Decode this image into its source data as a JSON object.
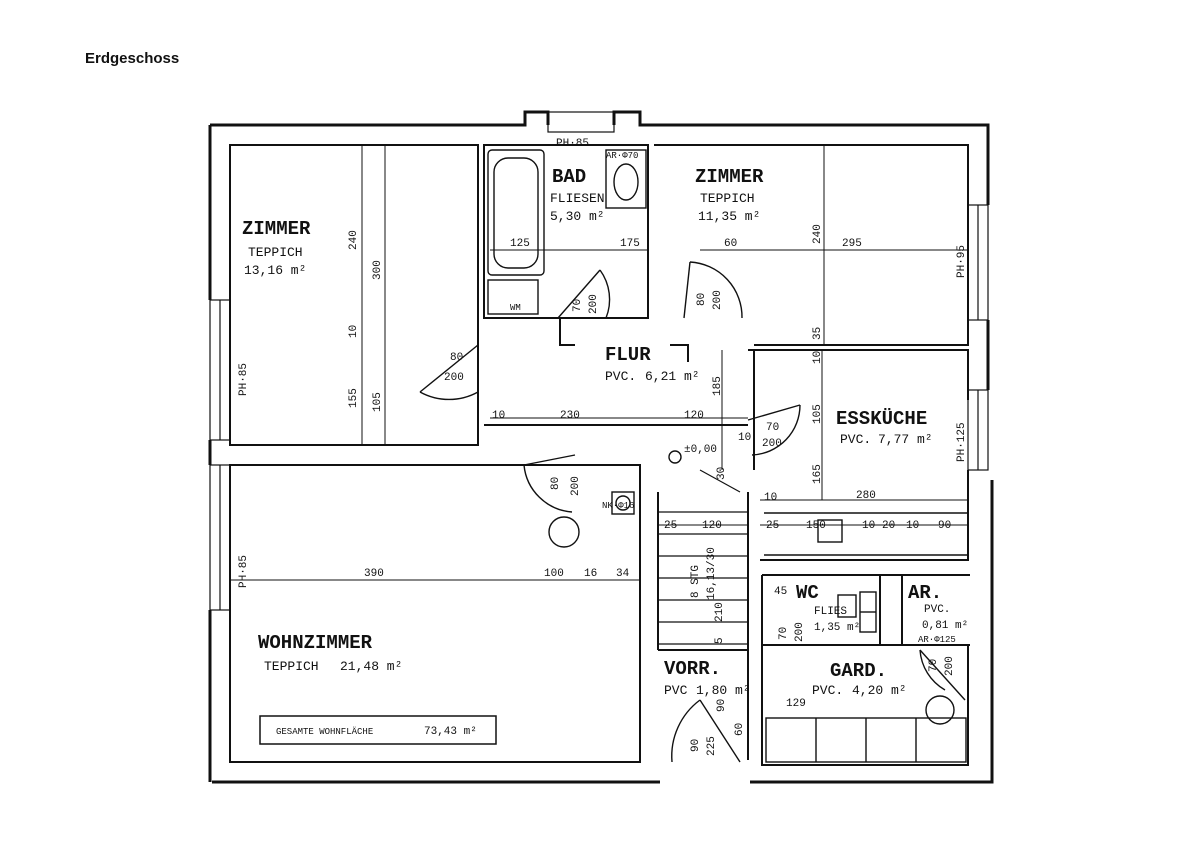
{
  "page": {
    "title": "Erdgeschoss"
  },
  "rooms": {
    "zimmer_links": {
      "name": "ZIMMER",
      "floor": "TEPPICH",
      "area": "13,16 m²"
    },
    "bad": {
      "name": "BAD",
      "floor": "FLIESEN",
      "area": "5,30 m²",
      "ph": "PH·85",
      "ar": "AR·Φ70",
      "wm": "WM"
    },
    "zimmer_rechts": {
      "name": "ZIMMER",
      "floor": "TEPPICH",
      "area": "11,35 m²"
    },
    "flur": {
      "name": "FLUR",
      "floor": "PVC.",
      "area": "6,21 m²"
    },
    "esskueche": {
      "name": "ESSKÜCHE",
      "floor": "PVC.",
      "area": "7,77 m²"
    },
    "wohnzimmer": {
      "name": "WOHNZIMMER",
      "floor": "TEPPICH",
      "area": "21,48 m²"
    },
    "wc": {
      "name": "WC",
      "floor": "FLIES",
      "area": "1,35 m²"
    },
    "ar": {
      "name": "AR.",
      "floor": "PVC.",
      "area": "0,81 m²",
      "code": "AR·Φ125"
    },
    "vorr": {
      "name": "VORR.",
      "floor": "PVC",
      "area": "1,80 m²"
    },
    "gard": {
      "name": "GARD.",
      "floor": "PVC.",
      "area": "4,20 m²"
    }
  },
  "total": {
    "label": "GESAMTE WOHNFLÄCHE",
    "value": "73,43 m²"
  },
  "window_labels": {
    "ph85_a": "PH·85",
    "ph85_b": "PH·85",
    "ph95": "PH·95",
    "ph125": "PH·125"
  },
  "misc": {
    "level": "±0,00",
    "nk": "NK·Φ16",
    "stg": "8 STG",
    "stg_size": "16,13/30"
  },
  "dims": {
    "d240a": "240",
    "d300": "300",
    "d10a": "10",
    "d155": "155",
    "d105a": "105",
    "d125a": "125",
    "d175": "175",
    "d70a": "70",
    "d200a": "200",
    "d60": "60",
    "d240b": "240",
    "d295": "295",
    "d35": "35",
    "d10b": "10",
    "d80a": "80",
    "d200b": "200",
    "d80b": "80",
    "d200c": "200",
    "d10c": "10",
    "d230": "230",
    "d120a": "120",
    "d185": "185",
    "d105b": "105",
    "d70b": "70",
    "d200d": "200",
    "d10d": "10",
    "d165": "165",
    "d10e": "10",
    "d280": "280",
    "d80c": "80",
    "d200e": "200",
    "d30": "30",
    "d25a": "25",
    "d120b": "120",
    "d25b": "25",
    "d150": "150",
    "d10f": "10",
    "d20": "20",
    "d10g": "10",
    "d90a": "90",
    "d390": "390",
    "d100": "100",
    "d16": "16",
    "d34": "34",
    "d45": "45",
    "d70c": "70",
    "d200f": "200",
    "d210": "210",
    "d5": "5",
    "d90b": "90",
    "d90c": "90",
    "d225": "225",
    "d60b": "60",
    "d129": "129",
    "d70d": "70",
    "d200g": "200"
  }
}
